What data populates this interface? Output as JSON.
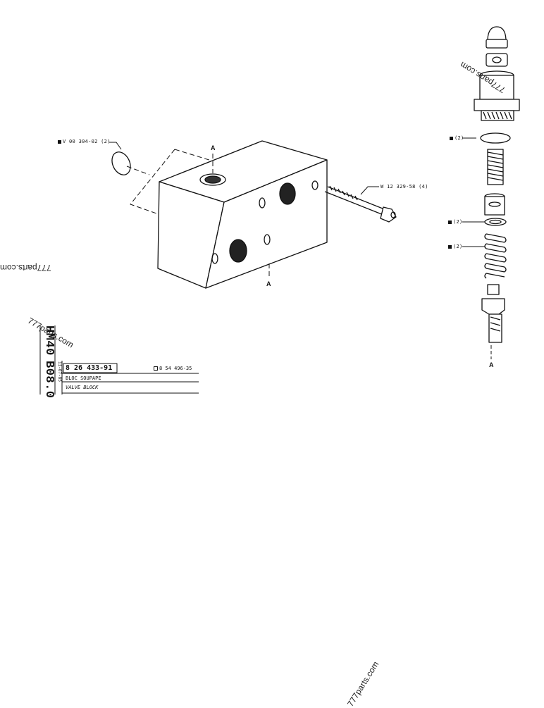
{
  "callouts": {
    "o_ring": "V 00 304-02 (2)",
    "screw": "W 12 329-58 (4)",
    "seal_top": "(2)",
    "washer": "(2)",
    "spring": "(2)"
  },
  "section_marks": {
    "top": "A",
    "bottom": "A",
    "cartridge": "A"
  },
  "watermarks": {
    "left": "777parts.com",
    "mid": "777parts.com",
    "right": "777parts.com",
    "bottom": "777parts.com"
  },
  "title_block": {
    "machine_code": "HM40",
    "group_code": "B08.0",
    "date": "11-07-85",
    "part_number": "8 26 433-91",
    "ref_number": "8 54 496-35",
    "name_fr": "BLOC SOUPAPE",
    "name_en": "VALVE BLOCK"
  }
}
